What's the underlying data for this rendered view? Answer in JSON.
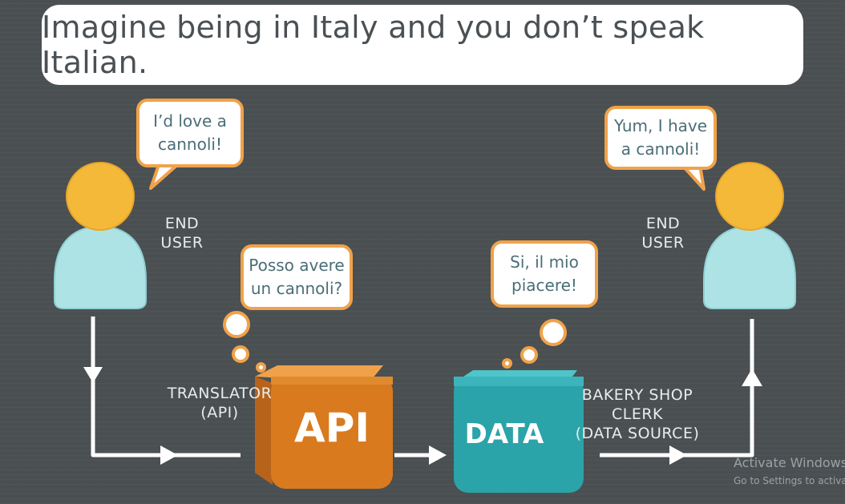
{
  "title": "Imagine being in Italy and you don’t speak Italian.",
  "bubbles": {
    "left_user": [
      "I’d love a",
      "cannoli!"
    ],
    "api": [
      "Posso avere",
      "un cannoli?"
    ],
    "data": [
      "Si, il mio",
      "piacere!"
    ],
    "right_user": [
      "Yum, I have",
      "a cannoli!"
    ]
  },
  "labels": {
    "end_user_left": [
      "END",
      "USER"
    ],
    "end_user_right": [
      "END",
      "USER"
    ],
    "translator": [
      "TRANSLATOR",
      "(API)"
    ],
    "clerk": [
      "BAKERY SHOP",
      "CLERK",
      "(DATA SOURCE)"
    ]
  },
  "boxes": {
    "api": "API",
    "data": "DATA"
  },
  "watermark": {
    "line1": "Activate Windows",
    "line2": "Go to Settings to activate Windows."
  },
  "colors": {
    "head": "#f5b93a",
    "body": "#aee3e6",
    "api_box": "#d97a1f",
    "data_box": "#2aa3a9",
    "bubble_border": "#f0a24a"
  }
}
